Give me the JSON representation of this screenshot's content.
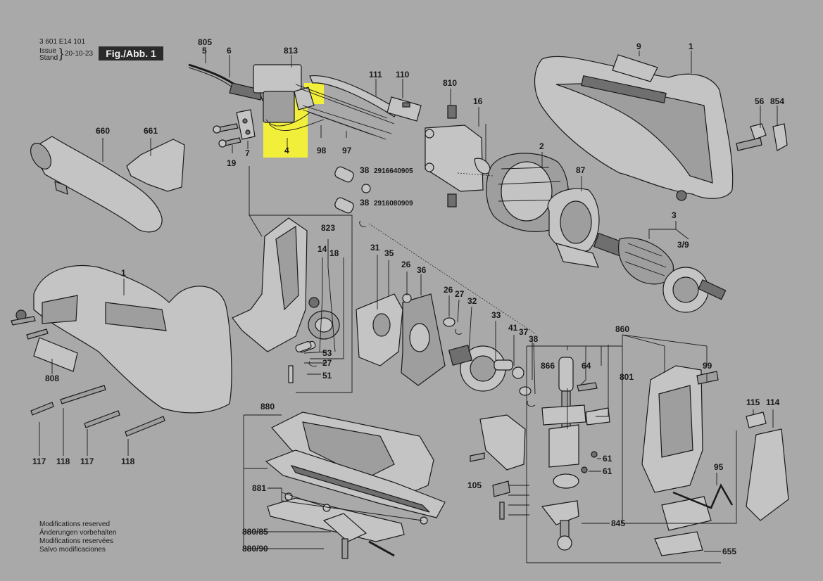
{
  "header": {
    "doc_number": "3 601 E14 101",
    "issue_label": "Issue",
    "stand_label": "Stand",
    "issue_date": "20-10-23",
    "figure": "Fig./Abb. 1"
  },
  "notes": [
    "Modifications reserved",
    "Änderungen vorbehalten",
    "Modifications reservées",
    "Salvo modificaciones"
  ],
  "parts": {
    "p805": "805",
    "p5": "5",
    "p6": "6",
    "p813": "813",
    "p111": "111",
    "p110": "110",
    "p810": "810",
    "p16": "16",
    "p9": "9",
    "p1_top": "1",
    "p56": "56",
    "p854": "854",
    "p660": "660",
    "p661": "661",
    "p7": "7",
    "p19": "19",
    "p4": "4",
    "p98": "98",
    "p97": "97",
    "p38a": "38",
    "code_a": "2916640905",
    "p38b": "38",
    "code_b": "2916080909",
    "p2": "2",
    "p87": "87",
    "p3": "3",
    "p3_9": "3/9",
    "p823": "823",
    "p14": "14",
    "p18": "18",
    "p31": "31",
    "p35": "35",
    "p26a": "26",
    "p36": "36",
    "p26b": "26",
    "p27a": "27",
    "p32": "32",
    "p33": "33",
    "p41": "41",
    "p37": "37",
    "p38c": "38",
    "p1_left": "1",
    "p808": "808",
    "p53": "53",
    "p27b": "27",
    "p51": "51",
    "p117a": "117",
    "p118a": "118",
    "p117b": "117",
    "p118b": "118",
    "p880": "880",
    "p881": "881",
    "p880_85": "880/85",
    "p880_90": "880/90",
    "p860": "860",
    "p866": "866",
    "p64": "64",
    "p801": "801",
    "p99": "99",
    "p115": "115",
    "p114": "114",
    "p61a": "61",
    "p61b": "61",
    "p105": "105",
    "p845": "845",
    "p95": "95",
    "p655": "655"
  },
  "colors": {
    "background": "#a9a9a9",
    "highlight": "#f2ef3a",
    "line": "#1a1a1a"
  }
}
